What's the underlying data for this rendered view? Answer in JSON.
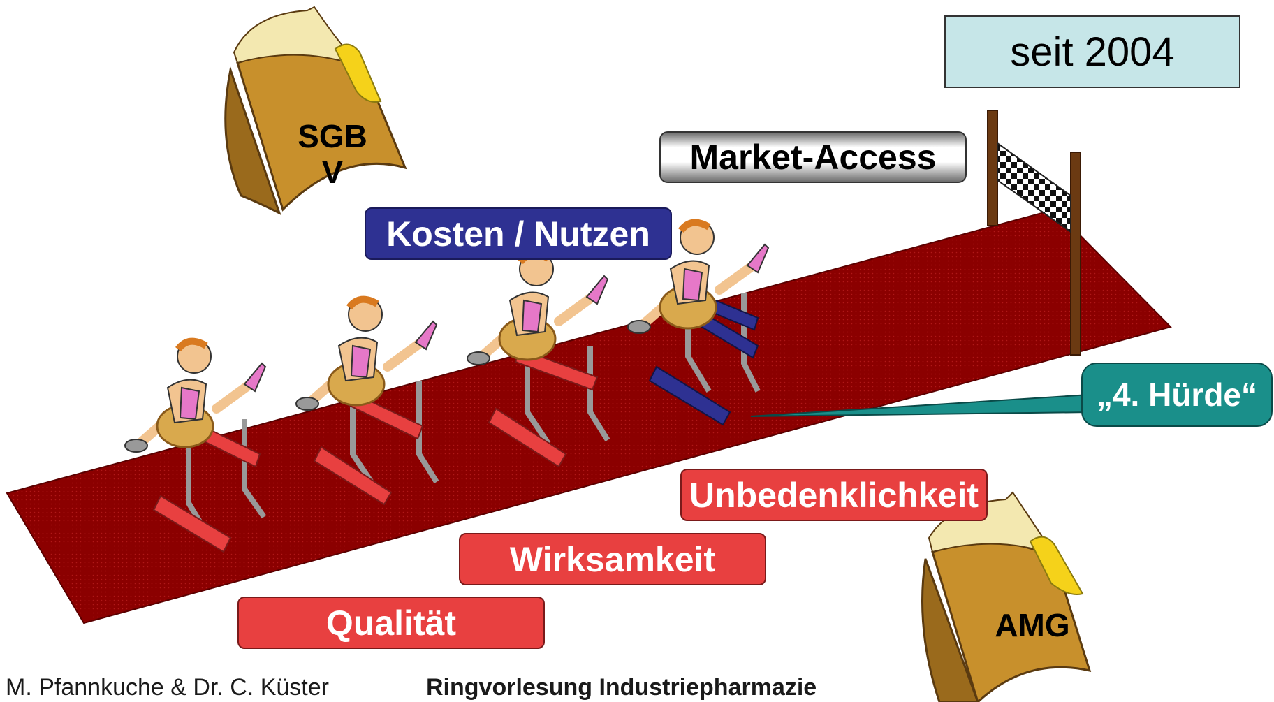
{
  "labels": {
    "seit": "seit 2004",
    "market_access": "Market-Access",
    "kosten_nutzen": "Kosten / Nutzen",
    "vierte_huerde": "„4. Hürde“",
    "unbedenklichkeit": "Unbedenklichkeit",
    "wirksamkeit": "Wirksamkeit",
    "qualitaet": "Qualität"
  },
  "books": {
    "sgb": "SGB\nV",
    "amg": "AMG"
  },
  "footer": {
    "authors": "M. Pfannkuche & Dr. C. Küster",
    "course": "Ringvorlesung Industriepharmazie"
  },
  "colors": {
    "track": "#8b0000",
    "hurdle_red": "#e84040",
    "hurdle_blue": "#2e3192",
    "teal": "#1a8f8a",
    "book": "#c8902c",
    "post": "#6b3a12"
  }
}
